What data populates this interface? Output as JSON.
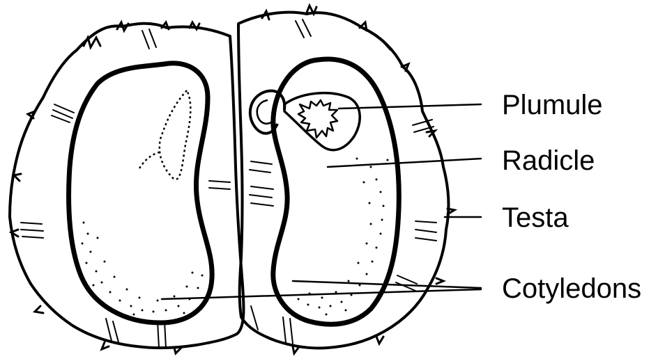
{
  "diagram": {
    "labels": {
      "plumule": "Plumule",
      "radicle": "Radicle",
      "testa": "Testa",
      "cotyledons": "Cotyledons"
    }
  },
  "colors": {
    "ink": "#000000",
    "background": "#ffffff"
  }
}
